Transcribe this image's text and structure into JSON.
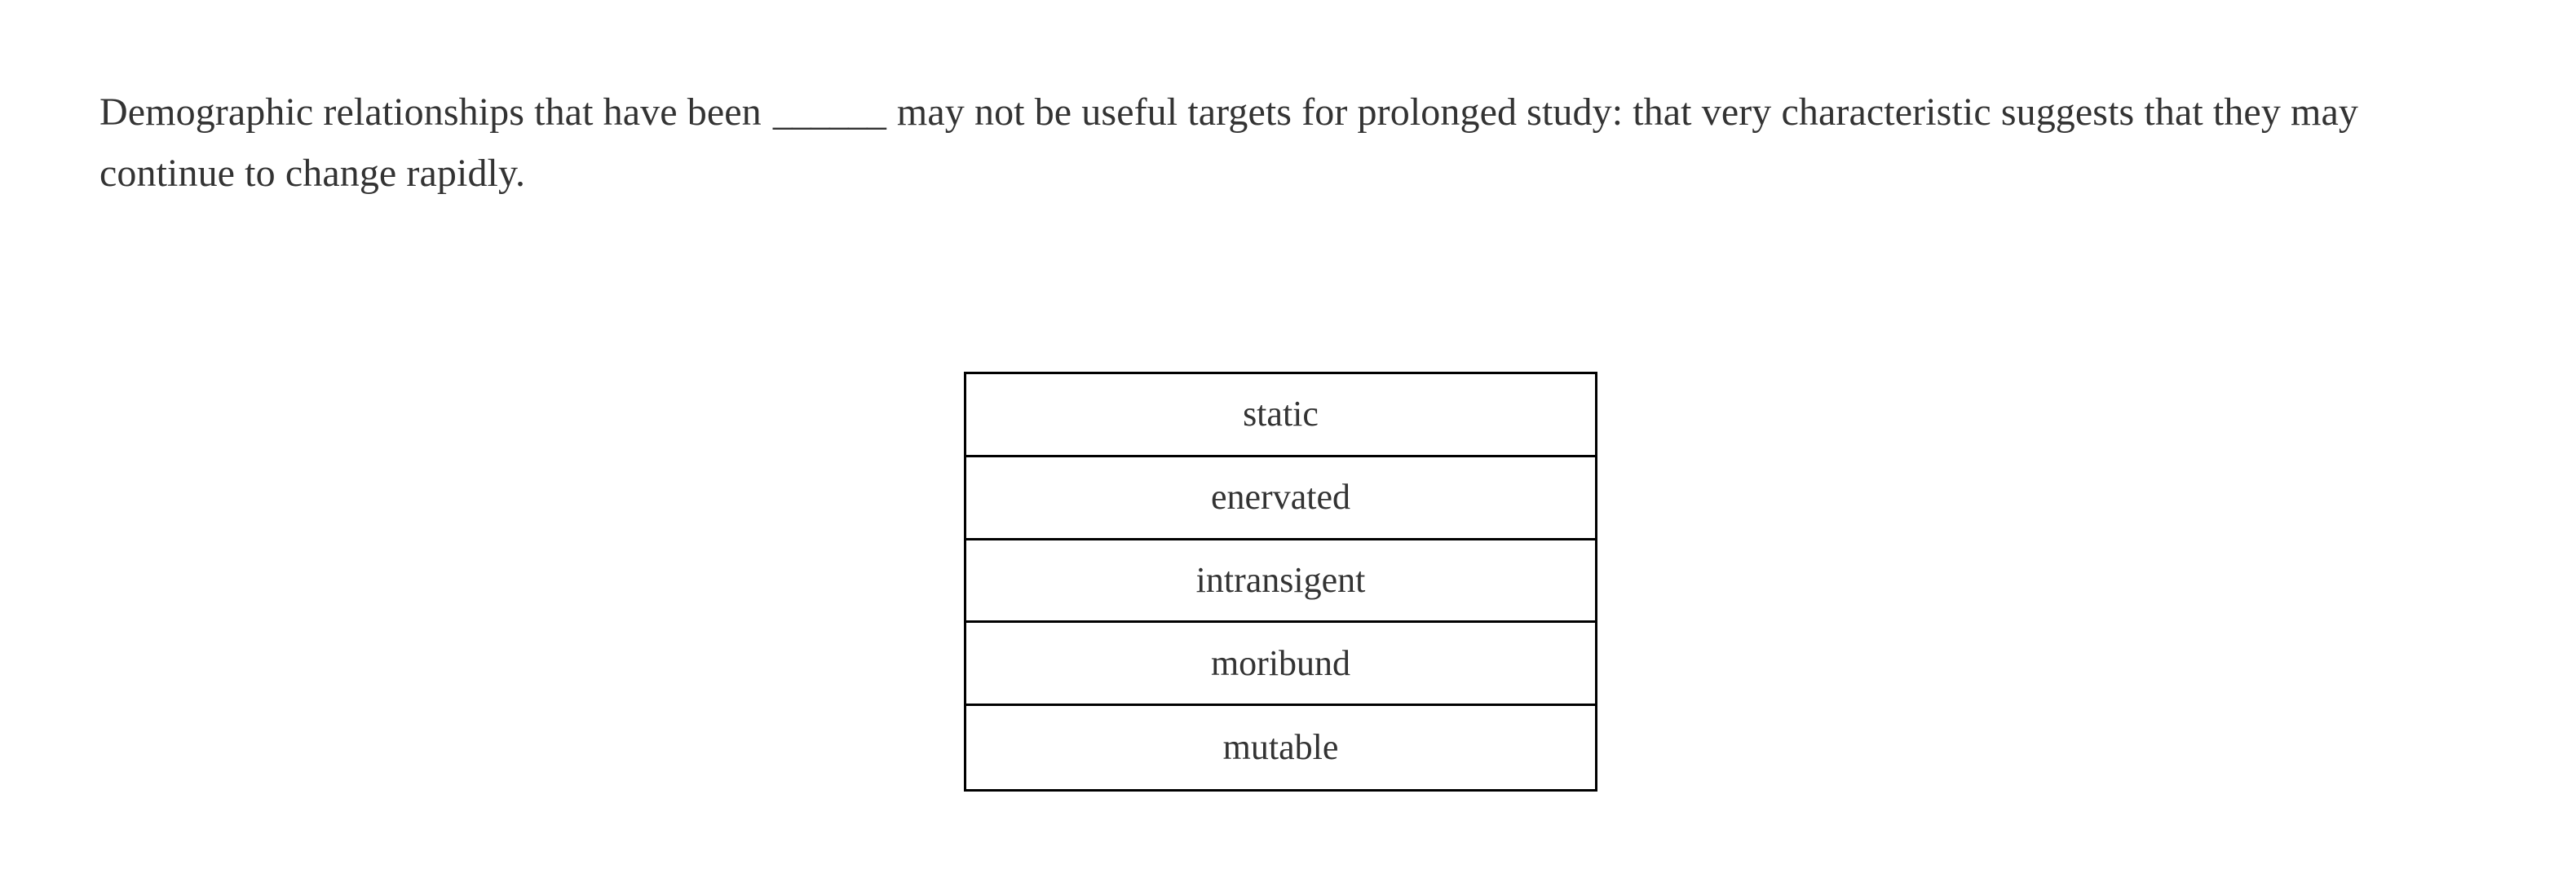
{
  "page": {
    "background_color": "#ffffff",
    "text_color": "#333333",
    "border_color": "#000000"
  },
  "question": {
    "type": "sentence-completion",
    "stem_before_blank": "Demographic relationships that have been ",
    "blank": "______",
    "stem_after_blank": " may not be useful targets for prolonged study: that very characteristic suggests that they may continue to change rapidly.",
    "full_text": "Demographic relationships that have been ______ may not be useful targets for prolonged study: that very characteristic suggests that they may continue to change rapidly."
  },
  "answer_choices": {
    "selected": null,
    "options": [
      {
        "label": "static"
      },
      {
        "label": "enervated"
      },
      {
        "label": "intransigent"
      },
      {
        "label": "moribund"
      },
      {
        "label": "mutable"
      }
    ]
  }
}
